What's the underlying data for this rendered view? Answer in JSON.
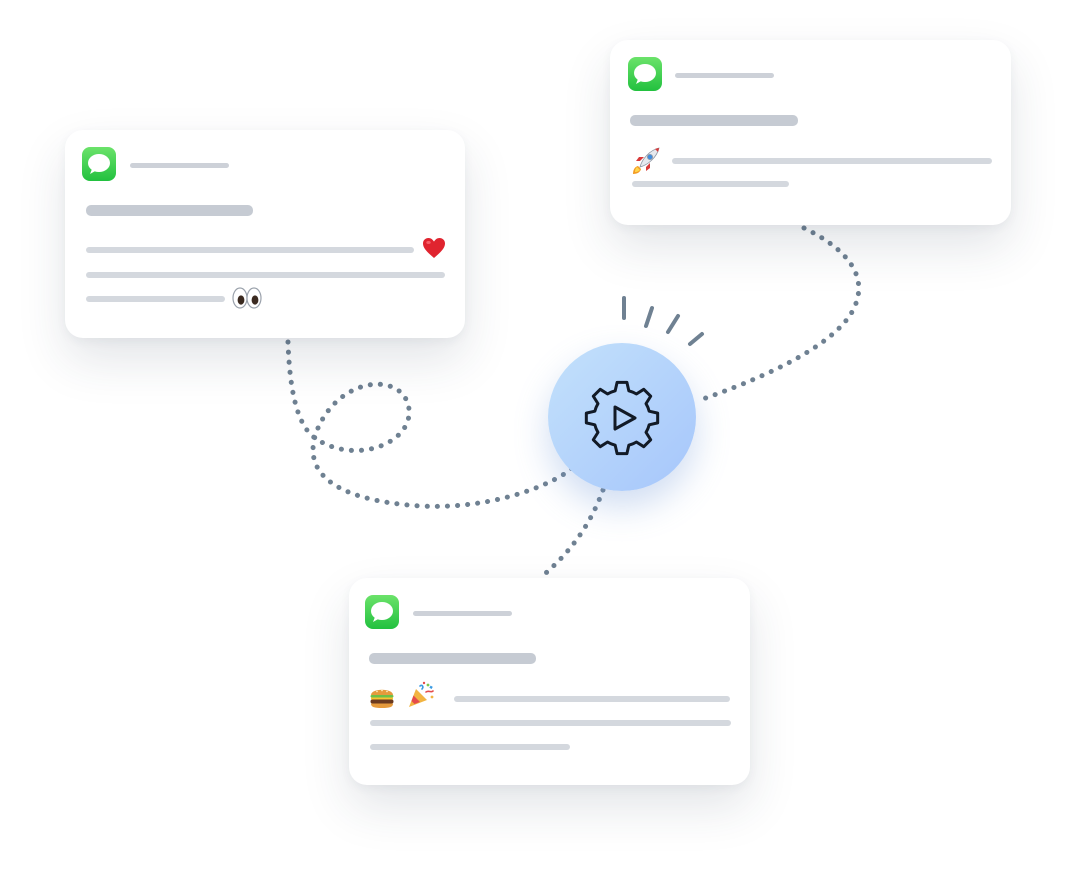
{
  "cards": [
    {
      "id": "left",
      "app_icon": "messages-app-icon",
      "emojis": [
        "red-heart-icon",
        "eyes-icon"
      ]
    },
    {
      "id": "right",
      "app_icon": "messages-app-icon",
      "emojis": [
        "rocket-icon"
      ]
    },
    {
      "id": "bottom",
      "app_icon": "messages-app-icon",
      "emojis": [
        "hamburger-icon",
        "party-popper-icon"
      ]
    }
  ],
  "hub": {
    "icon": "gear-play-icon"
  },
  "colors": {
    "card_background": "#ffffff",
    "placeholder_heading": "#c6cbd3",
    "placeholder_text": "#d4d8de",
    "connector": "#6f8192",
    "messages_green": "#22c13f",
    "hub_gradient_start": "#c3e1fb",
    "hub_gradient_end": "#a6c6fb"
  }
}
